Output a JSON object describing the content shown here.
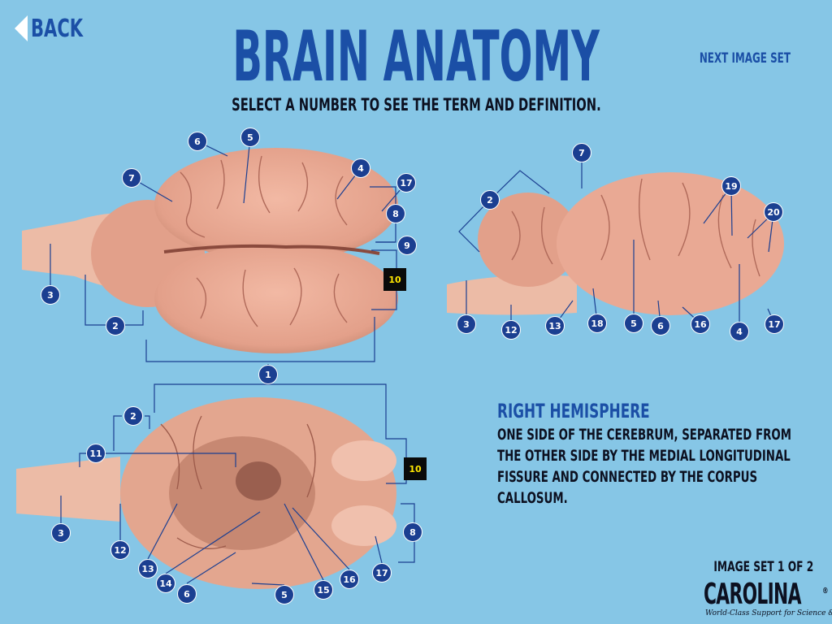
{
  "nav": {
    "back_label": "BACK",
    "next_label": "NEXT IMAGE SET"
  },
  "header": {
    "title": "BRAIN ANATOMY",
    "subtitle": "SELECT A NUMBER TO SEE THE TERM AND DEFINITION."
  },
  "definition": {
    "term": "RIGHT HEMISPHERE",
    "text": "ONE SIDE OF THE CEREBRUM, SEPARATED FROM THE OTHER SIDE BY THE MEDIAL LONGITUDINAL FISSURE AND CONNECTED BY THE CORPUS CALLOSUM."
  },
  "footer": {
    "set_label": "IMAGE SET 1 OF 2",
    "logo_text": "CAROLINA",
    "logo_mark": "®",
    "tagline": "World-Class Support for Science & Math"
  },
  "colors": {
    "background": "#86c6e6",
    "accent": "#1b4fa6",
    "marker": "#1b3f91",
    "active_marker": "#0a0a0a",
    "active_text": "#ffe600",
    "brain": "#e9a994"
  },
  "selected_marker": "10",
  "markers": {
    "dorsal": [
      "6",
      "5",
      "7",
      "4",
      "17",
      "8",
      "9",
      "10",
      "3",
      "2",
      "1"
    ],
    "lateral": [
      "7",
      "2",
      "19",
      "20",
      "3",
      "12",
      "13",
      "18",
      "5",
      "6",
      "16",
      "4",
      "17"
    ],
    "ventral": [
      "2",
      "11",
      "10",
      "3",
      "12",
      "13",
      "14",
      "6",
      "5",
      "15",
      "16",
      "17",
      "8"
    ]
  }
}
